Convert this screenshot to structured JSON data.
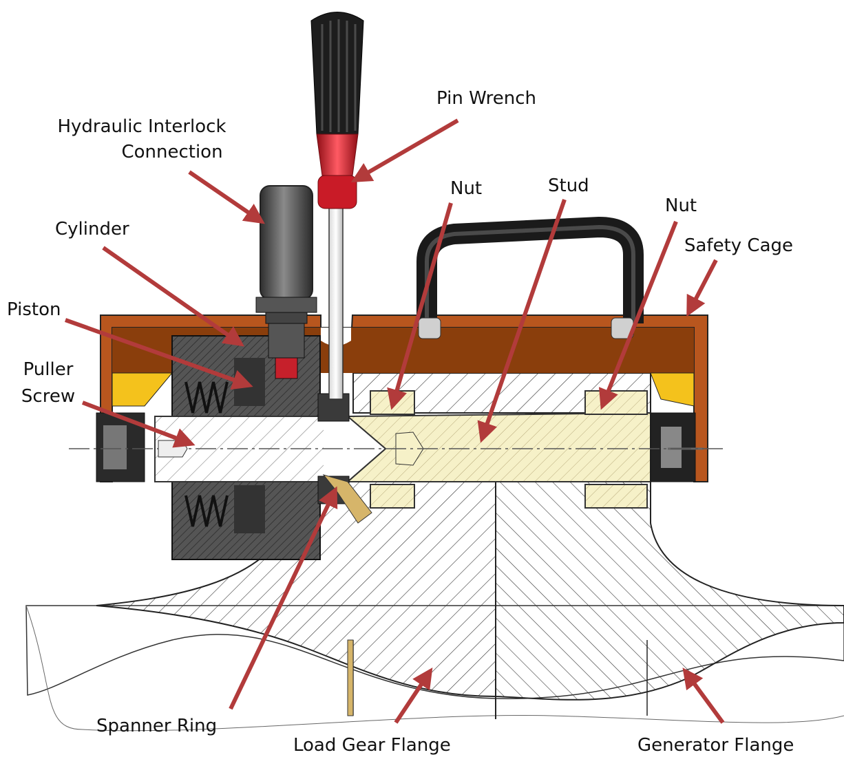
{
  "labels": {
    "pin_wrench": "Pin Wrench",
    "hydraulic_interlock_line1": "Hydraulic Interlock",
    "hydraulic_interlock_line2": "Connection",
    "cylinder": "Cylinder",
    "piston": "Piston",
    "puller_screw_line1": "Puller",
    "puller_screw_line2": "Screw",
    "nut_left": "Nut",
    "stud": "Stud",
    "nut_right": "Nut",
    "safety_cage": "Safety Cage",
    "spanner_ring": "Spanner Ring",
    "load_gear_flange": "Load Gear Flange",
    "generator_flange": "Generator Flange"
  },
  "colors": {
    "arrow": "#b23b3b",
    "cage": "#b8561e",
    "cage_inner": "#8a3e0c",
    "handle": "#1a1a1a",
    "stud": "#f6f1c8",
    "dark_metal": "#4a4a4a",
    "wrench_red": "#d21f2b",
    "yellow_pad": "#f4c21c"
  }
}
